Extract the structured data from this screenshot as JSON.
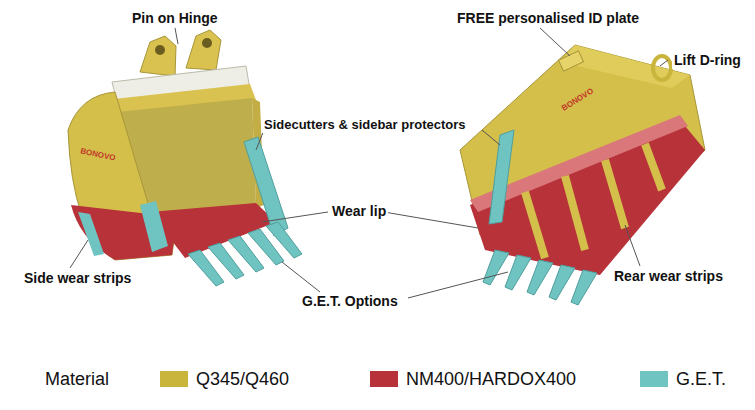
{
  "diagram": {
    "labels": [
      "Pin on Hinge",
      "FREE personalised ID plate",
      "Lift D-ring",
      "Sidecutters & sidebar protectors",
      "Wear lip",
      "Side wear strips",
      "G.E.T. Options",
      "Rear wear strips",
      "BONOVO",
      "BONOVO",
      "Material"
    ],
    "legend": [
      {
        "text": "Q345/Q460",
        "color": "#c9b53c"
      },
      {
        "text": "NM400/HARDOX400",
        "color": "#b8323a"
      },
      {
        "text": "G.E.T.",
        "color": "#6fc3c1"
      }
    ]
  }
}
